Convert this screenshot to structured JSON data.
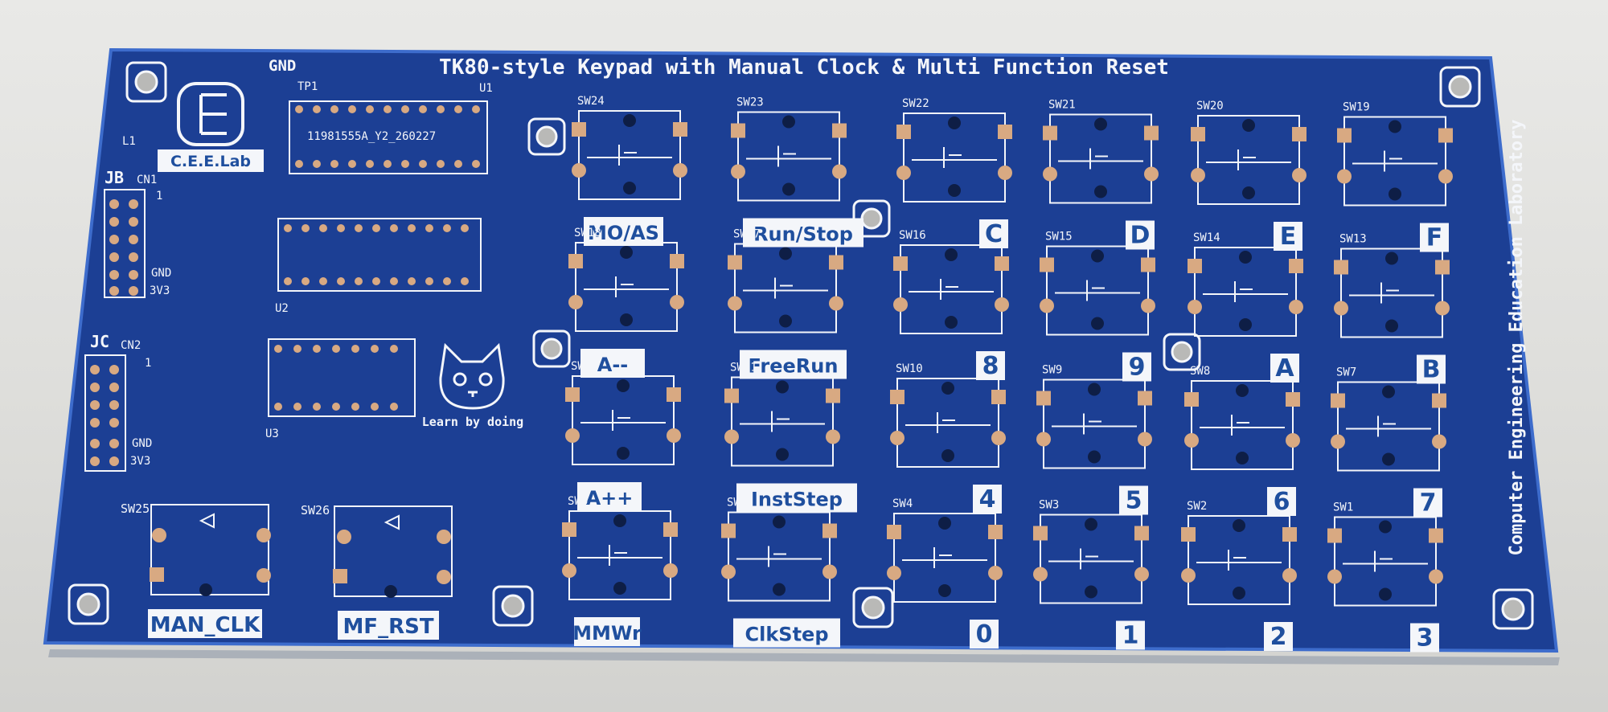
{
  "board": {
    "title": "TK80-style Keypad with Manual Clock & Multi Function Reset",
    "side_text": "Computer Engineering Education Laboratory",
    "logo_text": "C.E.E.Lab",
    "mascot_text": "Learn by doing",
    "serial": "11981555A_Y2_260227",
    "labels": {
      "gnd_top": "GND",
      "tp1": "TP1",
      "u1": "U1",
      "u2": "U2",
      "u3": "U3",
      "l1": "L1",
      "jb": "JB",
      "jc": "JC",
      "cn1": "CN1",
      "cn2": "CN2",
      "one_a": "1",
      "one_b": "1",
      "gnd_jb": "GND",
      "v33_jb": "3V3",
      "gnd_jc": "GND",
      "v33_jc": "3V3",
      "sw25": "SW25",
      "sw26": "SW26",
      "man_clk": "MAN_CLK",
      "mf_rst": "MF_RST"
    },
    "colors": {
      "board": "#1c3f94",
      "board_edge": "#2f5fc0",
      "silk": "#f4f6fa",
      "pad": "#d8a982",
      "label_box": "#f4f6fa",
      "label_text": "#1f4f9e"
    },
    "keys": [
      {
        "sw": "SW24",
        "label": "MO/AS"
      },
      {
        "sw": "SW23",
        "label": "Run/Stop"
      },
      {
        "sw": "SW22",
        "label": "C"
      },
      {
        "sw": "SW21",
        "label": "D"
      },
      {
        "sw": "SW20",
        "label": "E"
      },
      {
        "sw": "SW19",
        "label": "F"
      },
      {
        "sw": "SW18",
        "label": "A--"
      },
      {
        "sw": "SW17",
        "label": "FreeRun"
      },
      {
        "sw": "SW16",
        "label": "8"
      },
      {
        "sw": "SW15",
        "label": "9"
      },
      {
        "sw": "SW14",
        "label": "A"
      },
      {
        "sw": "SW13",
        "label": "B"
      },
      {
        "sw": "SW12",
        "label": "A++"
      },
      {
        "sw": "SW11",
        "label": "InstStep"
      },
      {
        "sw": "SW10",
        "label": "4"
      },
      {
        "sw": "SW9",
        "label": "5"
      },
      {
        "sw": "SW8",
        "label": "6"
      },
      {
        "sw": "SW7",
        "label": "7"
      },
      {
        "sw": "SW6",
        "label": "MMWr"
      },
      {
        "sw": "SW5",
        "label": "ClkStep"
      },
      {
        "sw": "SW4",
        "label": "0"
      },
      {
        "sw": "SW3",
        "label": "1"
      },
      {
        "sw": "SW2",
        "label": "2"
      },
      {
        "sw": "SW1",
        "label": "3"
      }
    ]
  }
}
